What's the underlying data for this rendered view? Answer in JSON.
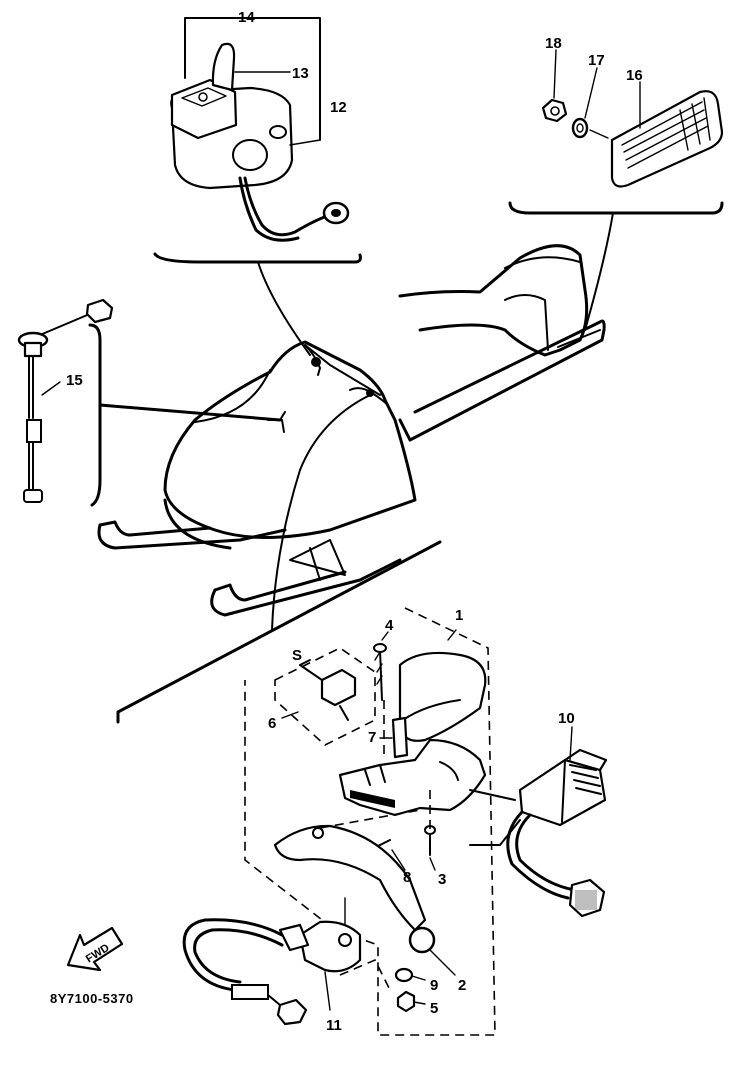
{
  "diagram": {
    "code": "8Y7100-5370",
    "forward_label": "FWD",
    "callouts": [
      "1",
      "2",
      "3",
      "4",
      "5",
      "6",
      "7",
      "8",
      "9",
      "10",
      "11",
      "12",
      "13",
      "14",
      "15",
      "16",
      "17",
      "18"
    ]
  }
}
